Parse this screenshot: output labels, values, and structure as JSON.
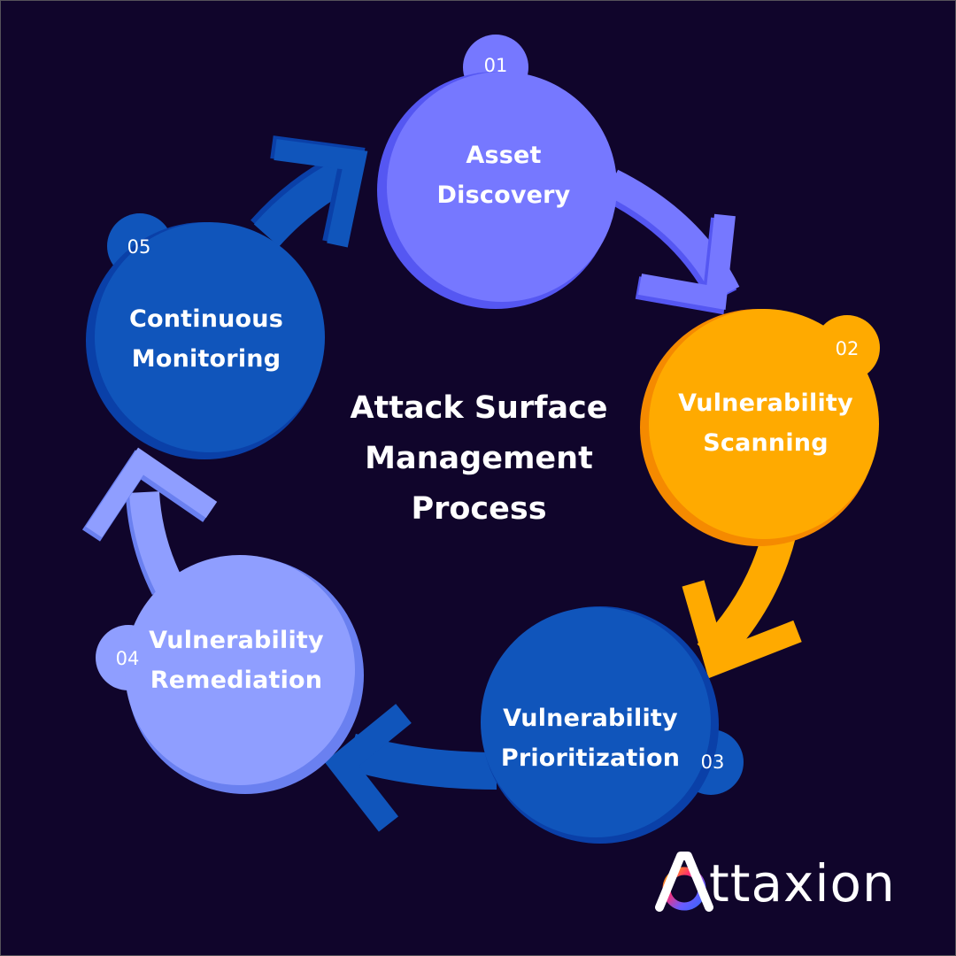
{
  "title": {
    "line1": "Attack Surface",
    "line2": "Management",
    "line3": "Process"
  },
  "steps": [
    {
      "number": "01",
      "line1": "Asset",
      "line2": "Discovery",
      "color": "#7678ff",
      "shadow": "#5557f2"
    },
    {
      "number": "02",
      "line1": "Vulnerability",
      "line2": "Scanning",
      "color": "#ffaa00",
      "shadow": "#f58a00"
    },
    {
      "number": "03",
      "line1": "Vulnerability",
      "line2": "Prioritization",
      "color": "#1055bb",
      "shadow": "#0a40a8"
    },
    {
      "number": "04",
      "line1": "Vulnerability",
      "line2": "Remediation",
      "color": "#8f9eff",
      "shadow": "#6a80f0"
    },
    {
      "number": "05",
      "line1": "Continuous",
      "line2": "Monitoring",
      "color": "#1055bb",
      "shadow": "#0a40a8"
    }
  ],
  "brand": {
    "logo_letter": "A",
    "name_rest": "ttaxion"
  },
  "colors": {
    "background": "#10052b",
    "text": "#ffffff"
  }
}
